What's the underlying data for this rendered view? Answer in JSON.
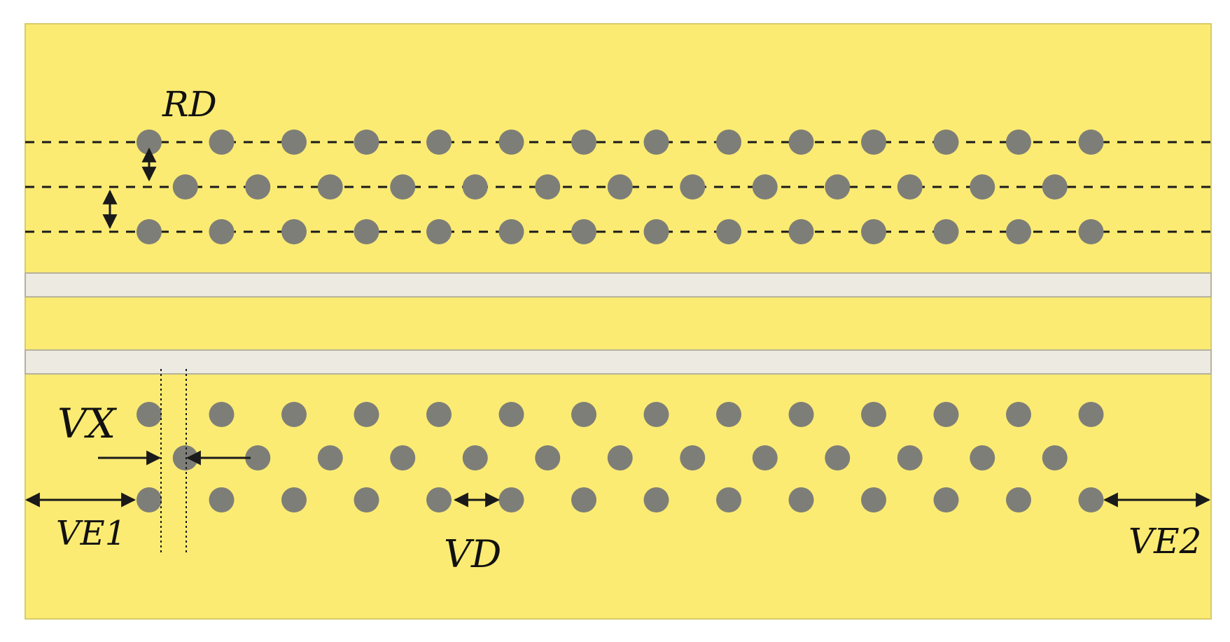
{
  "colors": {
    "board": "#FBEB72",
    "board_edge": "#D8CB6A",
    "strip": "#EDEBE1",
    "strip_edge": "#B7B29C",
    "via": "#7E7E78",
    "line": "#1A1A1A"
  },
  "labels": {
    "rd": "RD",
    "vx": "VX",
    "ve1": "VE1",
    "vd": "VD",
    "ve2": "VE2"
  },
  "top_array": {
    "rows": [
      {
        "count": 14,
        "offset": 0
      },
      {
        "count": 13,
        "offset": 0.5
      },
      {
        "count": 14,
        "offset": 0
      }
    ]
  },
  "bottom_array": {
    "rows": [
      {
        "count": 14,
        "offset": 0
      },
      {
        "count": 13,
        "offset": 0.5
      },
      {
        "count": 14,
        "offset": 0
      }
    ]
  }
}
